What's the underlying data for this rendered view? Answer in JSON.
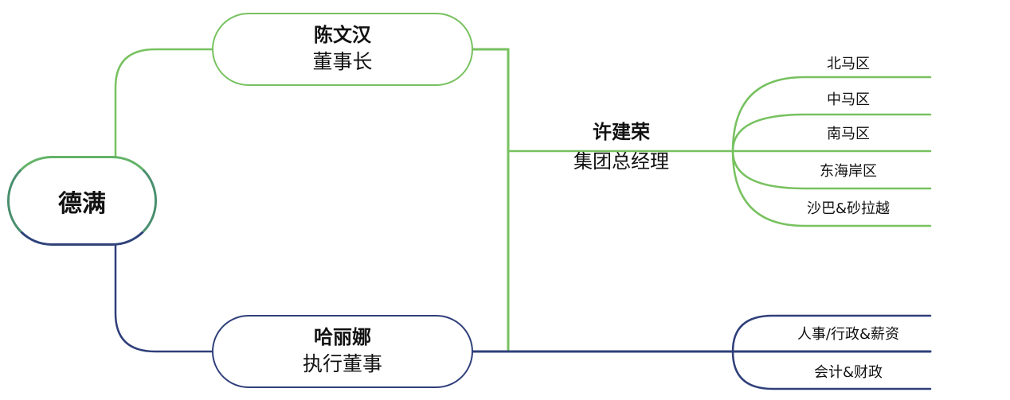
{
  "colors": {
    "green": "#77c15f",
    "navy": "#2f3f7a"
  },
  "diagram": {
    "root": {
      "name": "德满"
    },
    "chairman": {
      "name": "陈文汉",
      "title": "董事长"
    },
    "executive_director": {
      "name": "哈丽娜",
      "title": "执行董事"
    },
    "general_manager": {
      "name": "许建荣",
      "title": "集团总经理"
    },
    "regions": [
      "北马区",
      "中马区",
      "南马区",
      "东海岸区",
      "沙巴&砂拉越"
    ],
    "departments": [
      "人事/行政&薪资",
      "会计&财政"
    ]
  }
}
